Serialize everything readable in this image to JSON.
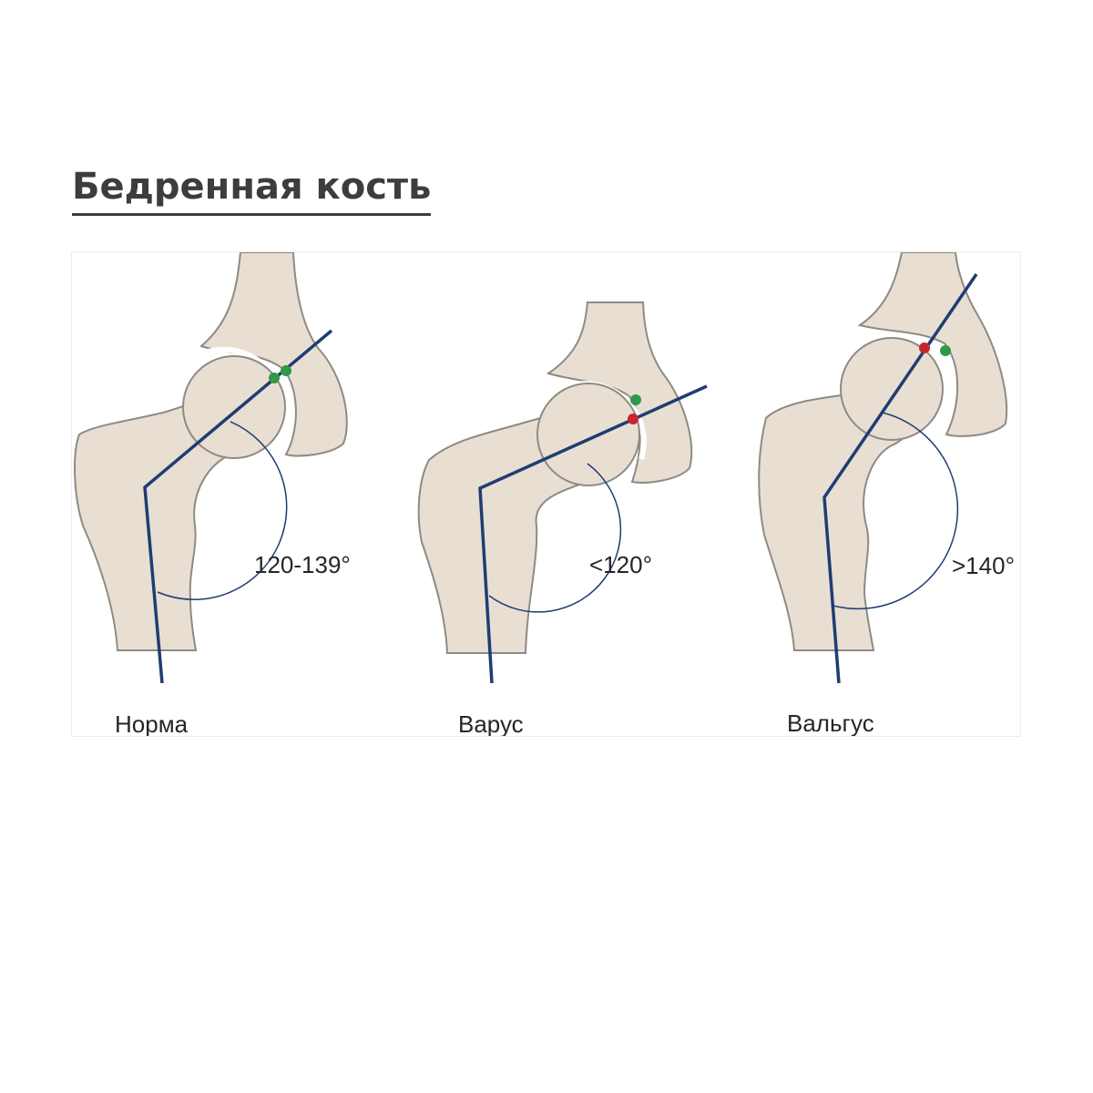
{
  "page": {
    "title": "Бедренная кость"
  },
  "diagram": {
    "panels": [
      {
        "id": "norm",
        "name": "Норма",
        "angle": "120-139°",
        "head_marker_color": "#2e9a47"
      },
      {
        "id": "varus",
        "name": "Варус",
        "angle": "<120°",
        "head_marker_color": "#c8262c"
      },
      {
        "id": "valgus",
        "name": "Вальгус",
        "angle": ">140°",
        "head_marker_color": "#c8262c"
      }
    ],
    "colors": {
      "bone": "#e8dfd2",
      "bone_outline": "#8e8a85",
      "axis_line": "#1f3d73",
      "arc": "#1f3d73",
      "acetabulum_marker": "#2e9a47"
    }
  }
}
